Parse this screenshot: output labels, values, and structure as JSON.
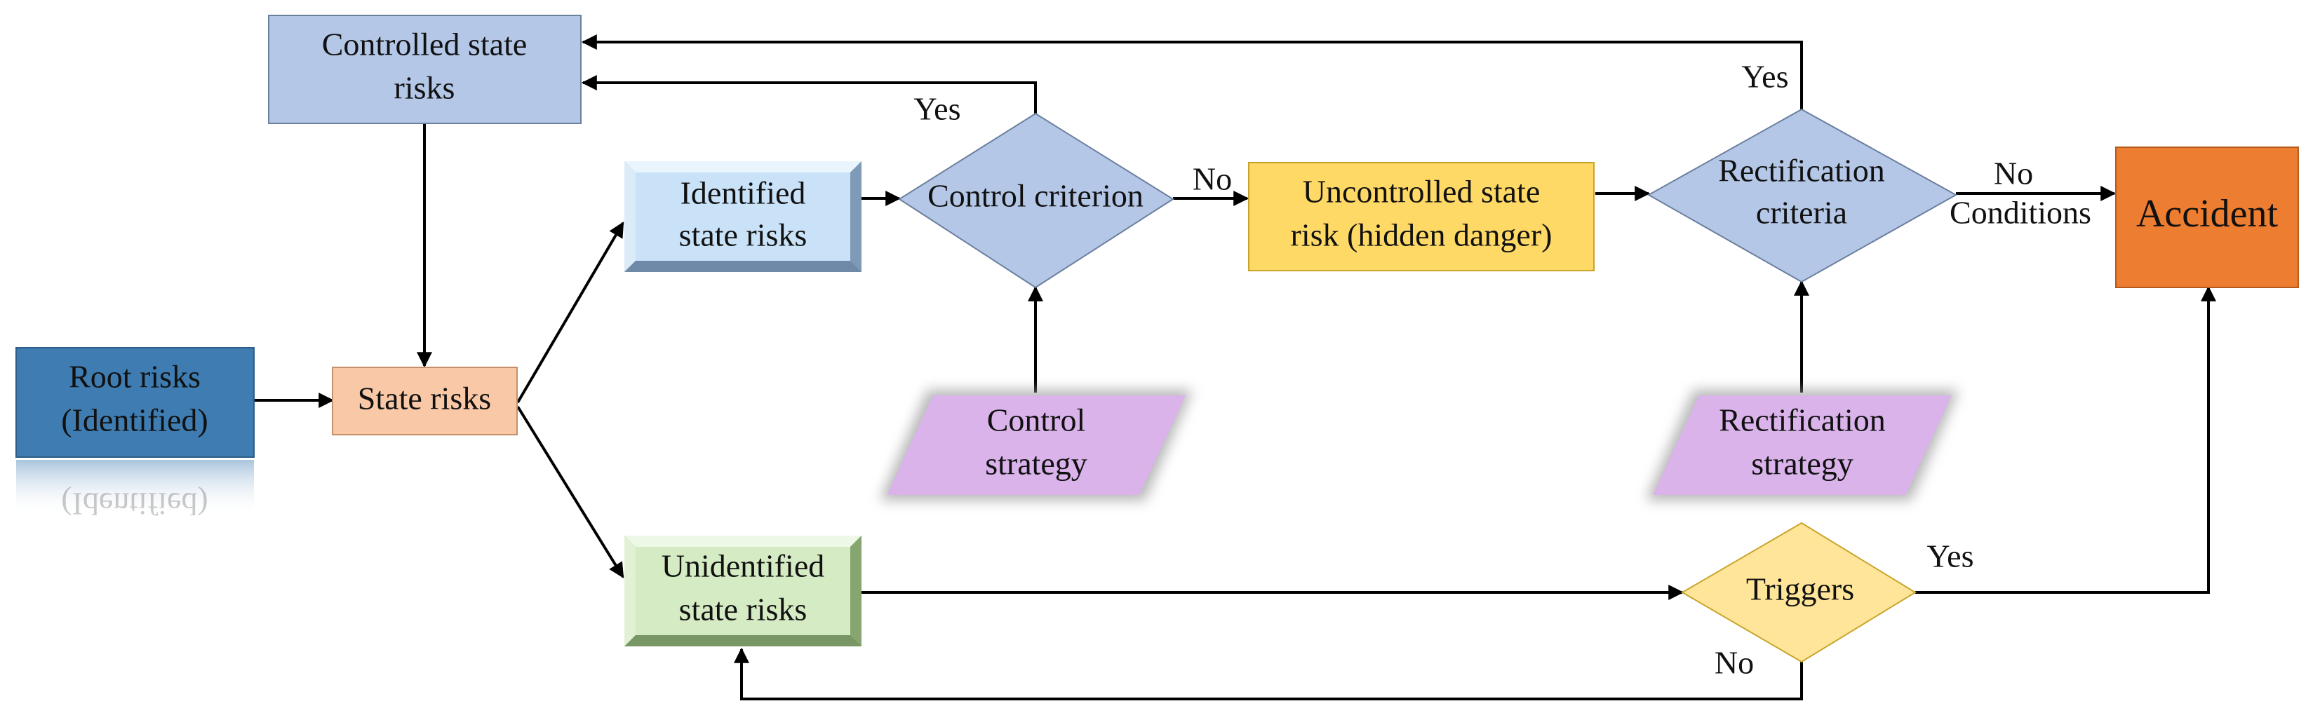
{
  "nodes": {
    "root_risks": {
      "line1": "Root risks",
      "line2": "(Identified)",
      "fill": "#3e7cb1"
    },
    "state_risks": {
      "label": "State risks",
      "fill": "#f9c9a7"
    },
    "controlled_state_risks": {
      "line1": "Controlled state",
      "line2": "risks",
      "fill": "#b4c7e7"
    },
    "identified_state_risks": {
      "line1": "Identified",
      "line2": "state risks",
      "fill": "#c9e2f8"
    },
    "unidentified_state_risks": {
      "line1": "Unidentified",
      "line2": "state risks",
      "fill": "#d5ebc4"
    },
    "control_criterion": {
      "label": "Control criterion",
      "fill": "#b4c7e7"
    },
    "uncontrolled_state_risk": {
      "line1": "Uncontrolled state",
      "line2": "risk (hidden danger)",
      "fill": "#ffd966"
    },
    "rectification_criteria": {
      "line1": "Rectification",
      "line2": "criteria",
      "fill": "#b4c7e7"
    },
    "accident": {
      "label": "Accident",
      "fill": "#ed7d31"
    },
    "control_strategy": {
      "line1": "Control",
      "line2": "strategy",
      "fill": "#d9b3ea"
    },
    "rectification_strategy": {
      "line1": "Rectification",
      "line2": "strategy",
      "fill": "#d9b3ea"
    },
    "triggers": {
      "label": "Triggers",
      "fill": "#ffe599"
    }
  },
  "edge_labels": {
    "control_yes": "Yes",
    "control_no": "No",
    "rectification_yes": "Yes",
    "rectification_no": "No",
    "rectification_conditions": "Conditions",
    "triggers_yes": "Yes",
    "triggers_no": "No"
  }
}
